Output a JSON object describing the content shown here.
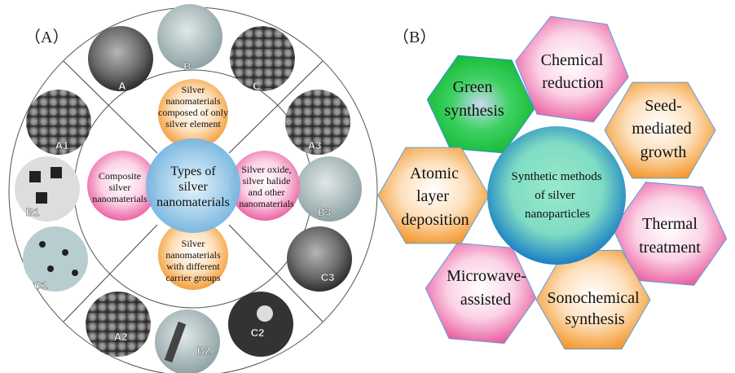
{
  "panel_a": {
    "label": "（A）",
    "center": [
      "Types  of",
      "silver",
      "nanomaterials"
    ],
    "top": [
      "Silver",
      "nanomaterials",
      "composed of only",
      "silver element"
    ],
    "left": [
      "Composite",
      "silver",
      "nanomaterials"
    ],
    "right": [
      "Silver oxide,",
      "silver halide",
      "and other",
      "nanomaterials"
    ],
    "bottom": [
      "Silver",
      "nanomaterials",
      "with different",
      "carrier groups"
    ],
    "images": [
      "A",
      "B",
      "C",
      "A1",
      "B1",
      "C1",
      "A3",
      "B3",
      "C3",
      "A2",
      "B2",
      "C2"
    ]
  },
  "panel_b": {
    "label": "（B）",
    "center": [
      "Synthetic methods",
      "of silver",
      "nanoparticles"
    ],
    "methods": [
      [
        "Green",
        "synthesis"
      ],
      [
        "Chemical",
        "reduction"
      ],
      [
        "Seed-",
        "mediated",
        "growth"
      ],
      [
        "Thermal",
        "treatment"
      ],
      [
        "Sonochemical",
        "synthesis"
      ],
      [
        "Microwave-",
        "assisted"
      ],
      [
        "Atomic",
        "layer",
        "deposition"
      ]
    ]
  },
  "colors": {
    "orange": "#f7a033",
    "pink": "#ee5b9e",
    "blue": "#6fb3de",
    "green": "#19c43a",
    "teal": "#8ee6c8"
  }
}
